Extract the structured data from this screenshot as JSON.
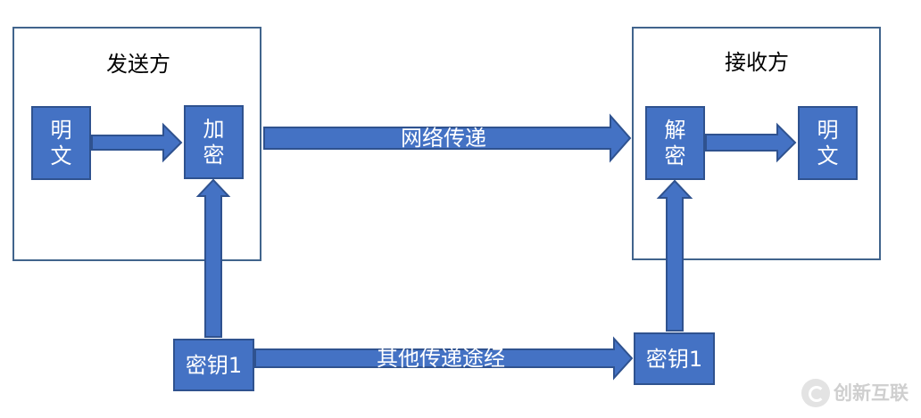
{
  "sender": {
    "title": "发送方",
    "plaintext_lines": [
      "明",
      "文"
    ],
    "encrypt_lines": [
      "加",
      "密"
    ],
    "key_label": "密钥1"
  },
  "receiver": {
    "title": "接收方",
    "decrypt_lines": [
      "解",
      "密"
    ],
    "plaintext_lines": [
      "明",
      "文"
    ],
    "key_label": "密钥1"
  },
  "channels": {
    "network_label": "网络传递",
    "other_label": "其他传递途经"
  },
  "watermark": {
    "text": "创新互联"
  },
  "colors": {
    "node_fill": "#4472C4",
    "node_border": "#2F528F",
    "frame_border": "#41648C"
  }
}
